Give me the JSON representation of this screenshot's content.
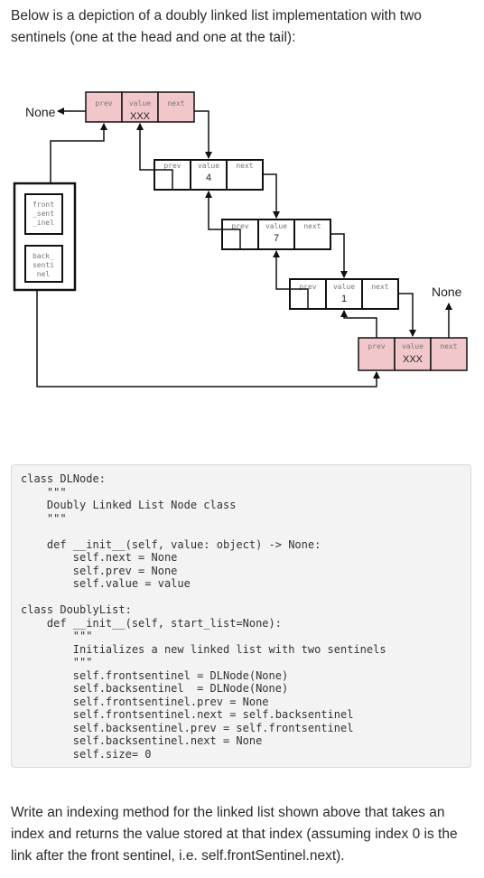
{
  "intro_text": "Below is a depiction of a doubly linked list implementation with two sentinels (one at the head and one at the tail):",
  "diagram": {
    "field_labels": {
      "prev": "prev",
      "value": "value",
      "next": "next"
    },
    "nodes": [
      {
        "value": "XXX",
        "sentinel": true
      },
      {
        "value": "4",
        "sentinel": false
      },
      {
        "value": "7",
        "sentinel": false
      },
      {
        "value": "1",
        "sentinel": false
      },
      {
        "value": "XXX",
        "sentinel": true
      }
    ],
    "none_left": "None",
    "none_right": "None",
    "front_sentinel": [
      "front",
      "_sent",
      "_inel"
    ],
    "back_sentinel": [
      "back_",
      "senti",
      "nel"
    ]
  },
  "code": "class DLNode:\n    \"\"\"\n    Doubly Linked List Node class\n    \"\"\"\n\n    def __init__(self, value: object) -> None:\n        self.next = None\n        self.prev = None\n        self.value = value\n\nclass DoublyList:\n    def __init__(self, start_list=None):\n        \"\"\"\n        Initializes a new linked list with two sentinels\n        \"\"\"\n        self.frontsentinel = DLNode(None)\n        self.backsentinel  = DLNode(None)\n        self.frontsentinel.prev = None\n        self.frontsentinel.next = self.backsentinel\n        self.backsentinel.prev = self.frontsentinel\n        self.backsentinel.next = None\n        self.size= 0",
  "outro_text": "Write an indexing method for the linked list shown above that takes an index and returns the value stored at that index (assuming index 0 is the link after the front sentinel, i.e. self.frontSentinel.next).",
  "colors": {
    "sentinel_fill": "#f2c7cc",
    "node_fill": "#ffffff",
    "code_bg": "#f3f3f3"
  }
}
